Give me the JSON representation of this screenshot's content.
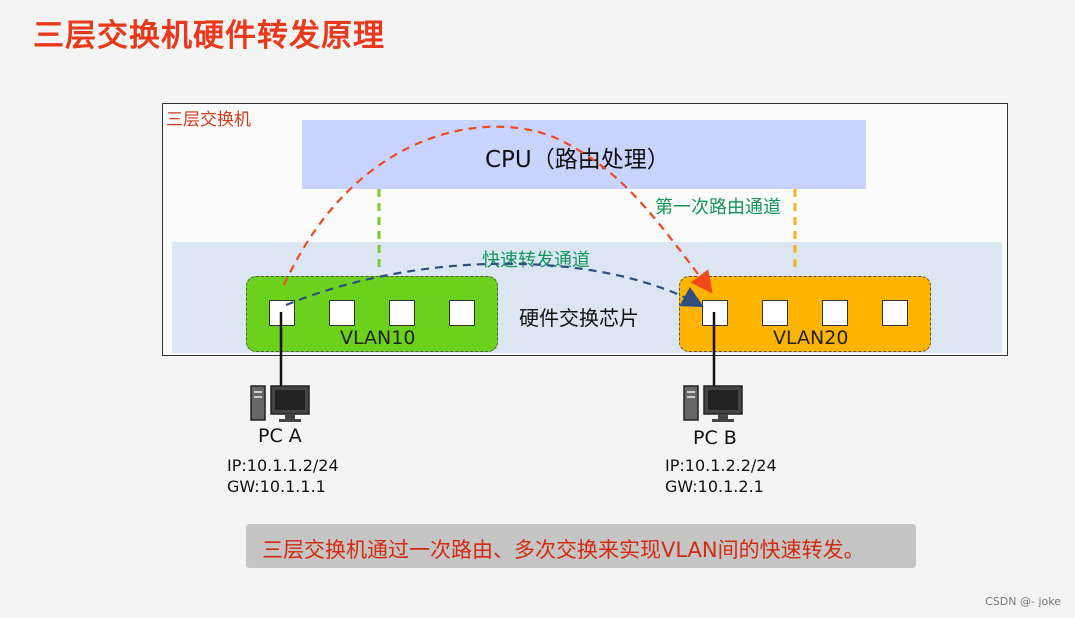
{
  "title": "三层交换机硬件转发原理",
  "switch_label": "三层交换机",
  "cpu_label": "CPU（路由处理）",
  "chip_label": "硬件交换芯片",
  "first_route_label": "第一次路由通道",
  "fast_forward_label": "快速转发通道",
  "vlan10": {
    "label": "VLAN10",
    "ports": 4
  },
  "vlan20": {
    "label": "VLAN20",
    "ports": 4
  },
  "pc_a": {
    "name": "PC A",
    "ip": "IP:10.1.1.2/24",
    "gw": "GW:10.1.1.1"
  },
  "pc_b": {
    "name": "PC B",
    "ip": "IP:10.1.2.2/24",
    "gw": "GW:10.1.2.1"
  },
  "caption": "三层交换机通过一次路由、多次交换来实现VLAN间的快速转发。",
  "watermark": "CSDN @- joke",
  "colors": {
    "title": "#e8391d",
    "cpu_fill": "#c9d3ff",
    "chip_fill": "#dbe6f2",
    "vlan10_fill": "#6cd11d",
    "vlan20_fill": "#ffb400",
    "route_path": "#f04a1c",
    "fast_path": "#2f4f7f",
    "label_green": "#14965a"
  }
}
